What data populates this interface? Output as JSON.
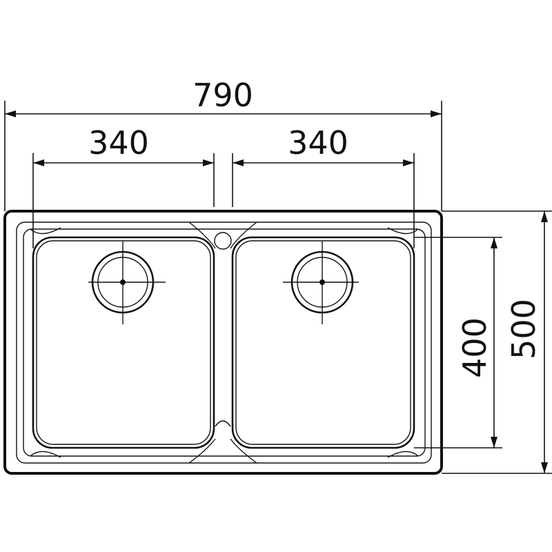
{
  "dimensions": {
    "total_width": "790",
    "left_bowl_width": "340",
    "right_bowl_width": "340",
    "bowl_depth": "400",
    "total_depth": "500"
  },
  "colors": {
    "line": "#111111",
    "background": "#ffffff"
  }
}
